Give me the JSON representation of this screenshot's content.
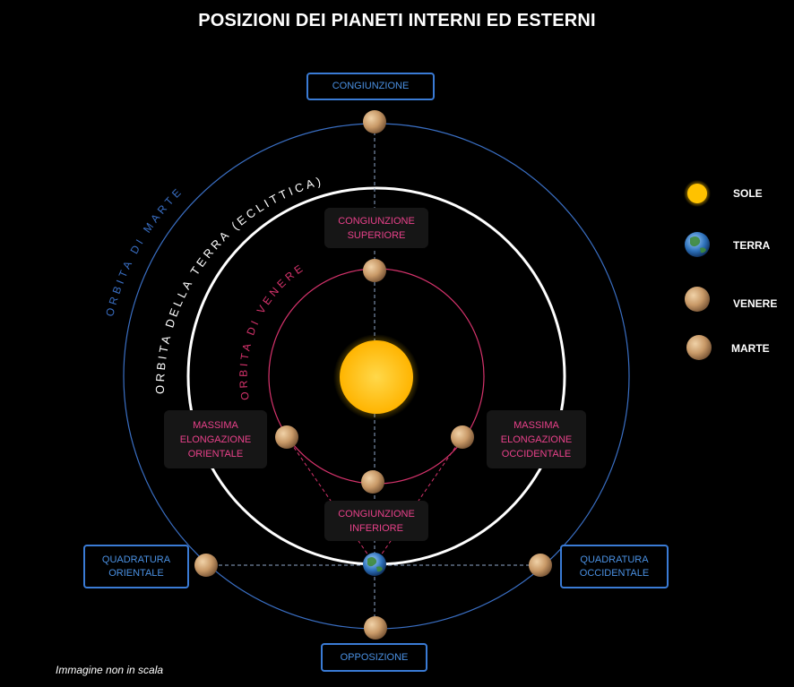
{
  "title": "POSIZIONI DEI PIANETI INTERNI ED ESTERNI",
  "orbits": {
    "mars": "ORBITA DI MARTE",
    "earth": "ORBITA DELLA TERRA (ECLITTICA)",
    "venus": "ORBITA DI VENERE"
  },
  "positions": {
    "congiunzione": "CONGIUNZIONE",
    "congiunzione_superiore": [
      "CONGIUNZIONE",
      "SUPERIORE"
    ],
    "elongazione_orientale": [
      "MASSIMA",
      "ELONGAZIONE",
      "ORIENTALE"
    ],
    "elongazione_occidentale": [
      "MASSIMA",
      "ELONGAZIONE",
      "OCCIDENTALE"
    ],
    "congiunzione_inferiore": [
      "CONGIUNZIONE",
      "INFERIORE"
    ],
    "quadratura_orientale": [
      "QUADRATURA",
      "ORIENTALE"
    ],
    "quadratura_occidentale": [
      "QUADRATURA",
      "OCCIDENTALE"
    ],
    "opposizione": "OPPOSIZIONE"
  },
  "legend": {
    "sole": "SOLE",
    "terra": "TERRA",
    "venere": "VENERE",
    "marte": "MARTE"
  },
  "colors": {
    "mars_orbit": "#3a6fc4",
    "earth_orbit": "#ffffff",
    "venus_orbit": "#d6336c",
    "sun": "#ffc200",
    "label_blue": "#4a90e2",
    "label_pink": "#e8418a"
  },
  "note": "Immagine non in scala"
}
